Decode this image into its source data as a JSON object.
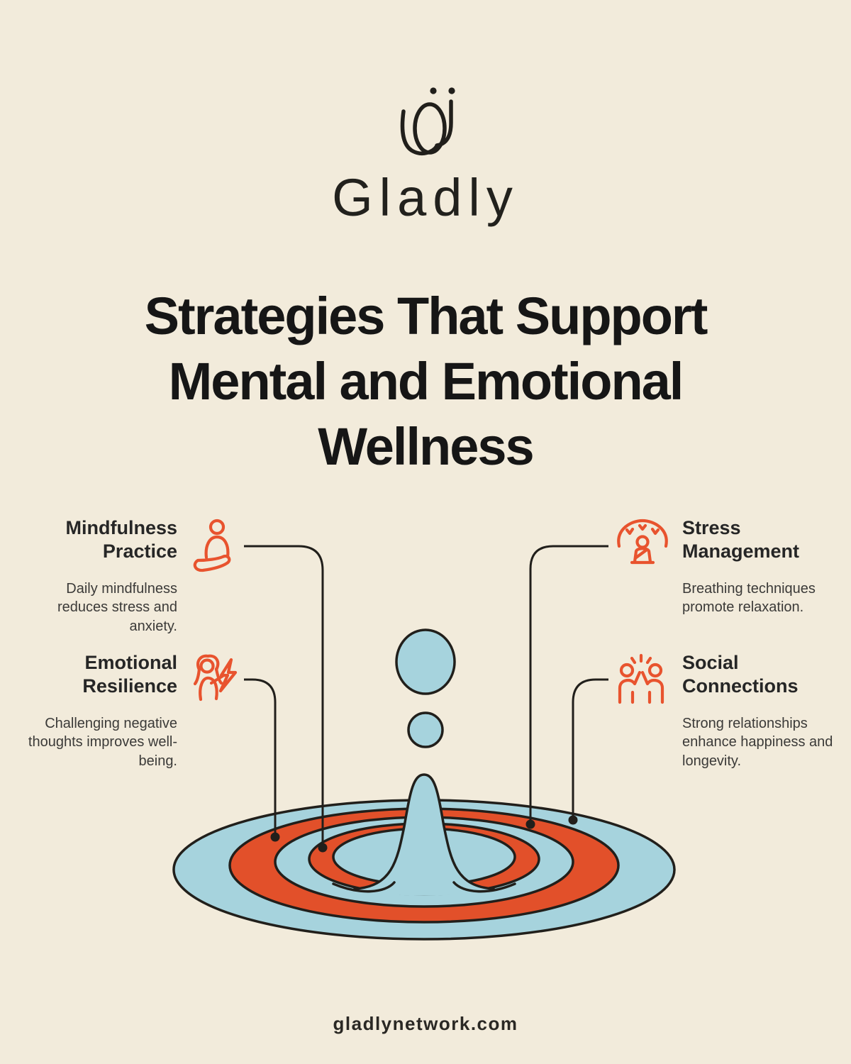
{
  "brand": {
    "logo_icon": "gladly-mark-icon",
    "wordmark": "Gladly"
  },
  "title_lines": [
    "Strategies That Support",
    "Mental and Emotional",
    "Wellness"
  ],
  "features": [
    {
      "id": "mindfulness-practice",
      "heading_lines": [
        "Mindfulness",
        "Practice"
      ],
      "body": "Daily mindfulness reduces stress and anxiety.",
      "icon": "meditation-icon",
      "side": "left"
    },
    {
      "id": "emotional-resilience",
      "heading_lines": [
        "Emotional",
        "Resilience"
      ],
      "body": "Challenging negative thoughts improves well-being.",
      "icon": "person-lightning-icon",
      "side": "left"
    },
    {
      "id": "stress-management",
      "heading_lines": [
        "Stress",
        "Management"
      ],
      "body": "Breathing techniques promote relaxation.",
      "icon": "calm-breathing-icon",
      "side": "right"
    },
    {
      "id": "social-connections",
      "heading_lines": [
        "Social",
        "Connections"
      ],
      "body": "Strong relationships enhance happiness and longevity.",
      "icon": "high-five-icon",
      "side": "right"
    }
  ],
  "illustration": "water-drop-ripple",
  "footer": {
    "website": "gladlynetwork.com"
  },
  "colors": {
    "background": "#f2ebdb",
    "blue": "#a6d3dd",
    "orange": "#e2502a",
    "outline": "#211f1b",
    "icon": "#e8532e",
    "ink": "#161616"
  }
}
